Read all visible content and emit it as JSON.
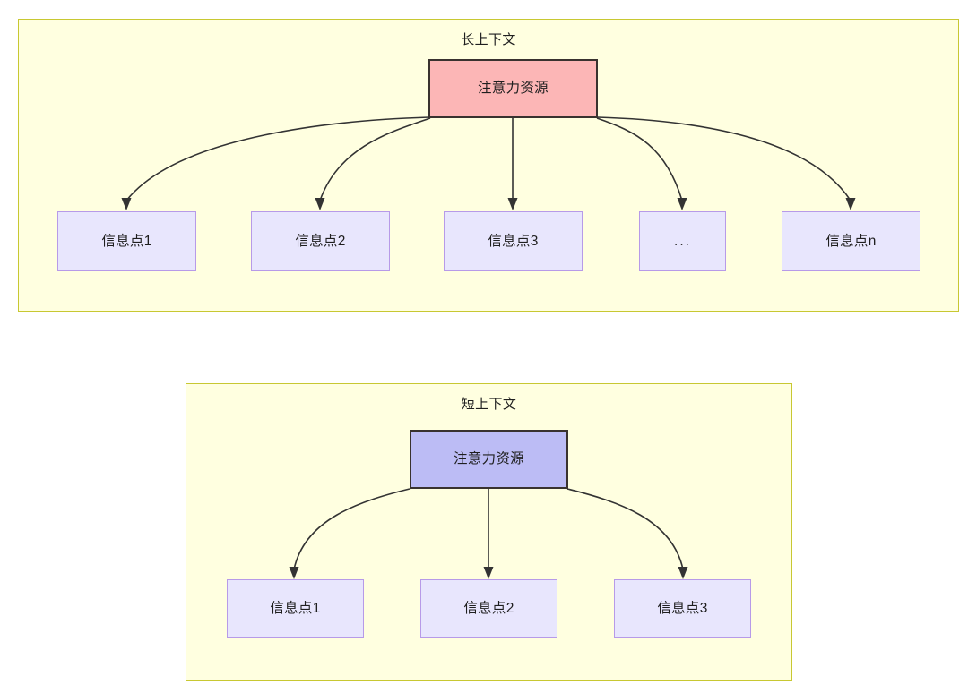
{
  "diagram": {
    "type": "node-edge-diagram",
    "background": "#ffffff",
    "colors": {
      "group_fill": "#ffffe0",
      "group_border": "#c8c832",
      "attention_long_fill": "#fcb6b6",
      "attention_short_fill": "#bcbcf5",
      "attention_border": "#39322f",
      "info_fill": "#e8e6fd",
      "info_border": "#b79ae8",
      "edge_stroke": "#333333",
      "text": "#1f1f1f"
    },
    "groups": [
      {
        "id": "long-context",
        "title": "长上下文",
        "root": {
          "id": "attention-long",
          "label": "注意力资源"
        },
        "children": [
          {
            "id": "info-long-1",
            "label": "信息点1"
          },
          {
            "id": "info-long-2",
            "label": "信息点2"
          },
          {
            "id": "info-long-3",
            "label": "信息点3"
          },
          {
            "id": "info-long-ellipsis",
            "label": "..."
          },
          {
            "id": "info-long-n",
            "label": "信息点n"
          }
        ],
        "edge_count": 5
      },
      {
        "id": "short-context",
        "title": "短上下文",
        "root": {
          "id": "attention-short",
          "label": "注意力资源"
        },
        "children": [
          {
            "id": "info-short-1",
            "label": "信息点1"
          },
          {
            "id": "info-short-2",
            "label": "信息点2"
          },
          {
            "id": "info-short-3",
            "label": "信息点3"
          }
        ],
        "edge_count": 3
      }
    ]
  }
}
